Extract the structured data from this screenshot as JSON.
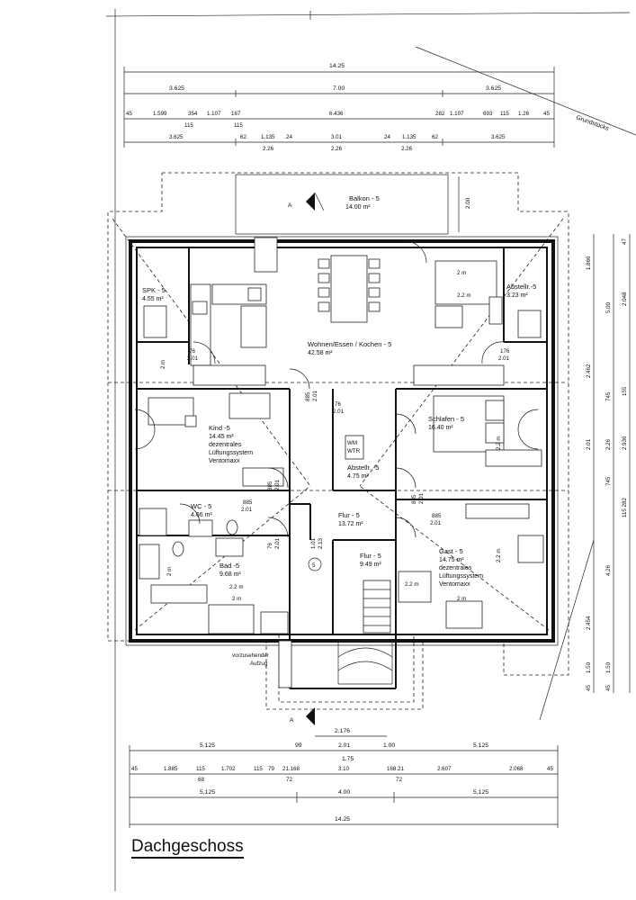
{
  "title": "Dachgeschoss",
  "grund_label": "Grundstücks",
  "dims_top": {
    "total": "14.25",
    "row1": [
      "3.625",
      "7.00",
      "3.625"
    ],
    "row2": [
      "45",
      "1.599",
      "354",
      "1.107",
      "167",
      "6.436",
      "282",
      "1.107",
      "693",
      "115",
      "1.26",
      "45"
    ],
    "row2_sub": [
      "115",
      "115"
    ],
    "row3": [
      "3.625",
      "62",
      "1.135",
      "24",
      "3.01",
      "24",
      "1.135",
      "62",
      "3.625"
    ],
    "row3_sub": [
      "2.26",
      "2.26",
      "2.26"
    ]
  },
  "dims_bottom": {
    "row0": [
      "2.176"
    ],
    "row1": [
      "5.125",
      "99",
      "2.01",
      "1.00",
      "5.125"
    ],
    "row1_sub": [
      "1.75"
    ],
    "row2": [
      "45",
      "1.885",
      "115",
      "1.702",
      "115",
      "79",
      "21.168",
      "3.10",
      "168.21",
      "2.607",
      "2.068",
      "45"
    ],
    "row2_sub": [
      "68",
      "72",
      "72"
    ],
    "row3": [
      "5.125",
      "4.00",
      "5.125"
    ],
    "total": "14.25"
  },
  "dims_right": {
    "col1": [
      "1.866",
      "2.462",
      "2.01",
      "2.454",
      "1.50",
      "45"
    ],
    "col2": [
      "47",
      "2.048",
      "5.00",
      "745",
      "2.26",
      "745",
      "115 282",
      "4.26",
      "1.50",
      "45"
    ],
    "col3": [
      "155",
      "2.936"
    ]
  },
  "dims_inner": {
    "balkon": "2.00",
    "d1": [
      "76",
      "2.01"
    ],
    "d2": [
      "76",
      "2.01"
    ],
    "d3": [
      "885",
      "2.01"
    ],
    "d4": [
      "76",
      "2.01"
    ],
    "d5": [
      "885",
      "2.01"
    ],
    "d6": [
      "885",
      "2.01"
    ],
    "d7": [
      "885",
      "2.01"
    ],
    "d8": [
      "885",
      "2.01"
    ],
    "d9": [
      "1.01",
      "2.13"
    ],
    "d10": [
      "176",
      "2.01"
    ],
    "clear2m": "2 m",
    "clear22m": "2.2 m"
  },
  "rooms": [
    {
      "name": "Balkon - 5",
      "area": "14.00 m²"
    },
    {
      "name": "SPK - 5",
      "area": "4.55 m²"
    },
    {
      "name": "Abstellr.-5",
      "area": "3.23 m²"
    },
    {
      "name": "Wohnen/Essen / Kochen - 5",
      "area": "42.58 m²"
    },
    {
      "name": "Kind -5",
      "area": "14.45 m²",
      "extra": [
        "dezentrales",
        "Lüftungssystem",
        "Ventomaxx"
      ]
    },
    {
      "name": "Schlafen - 5",
      "area": "16.40 m²"
    },
    {
      "name": "Abstellr. -5",
      "area": "4.75 m²"
    },
    {
      "name": "WC - 5",
      "area": "4.66 m²"
    },
    {
      "name": "Flur - 5",
      "area": "13.72 m²"
    },
    {
      "name": "Bad -5",
      "area": "9.68 m²"
    },
    {
      "name": "Flur - 5",
      "area": "9.49 m²"
    },
    {
      "name": "Gast - 5",
      "area": "14.75 m²",
      "extra": [
        "dezentrales",
        "Lüftungssystem",
        "Ventomaxx"
      ]
    }
  ],
  "wm_label": [
    "WM",
    "WTR"
  ],
  "aufzug_label": [
    "vorzusehender",
    "Aufzug"
  ],
  "section_marker": "A",
  "circle_marker": "5"
}
